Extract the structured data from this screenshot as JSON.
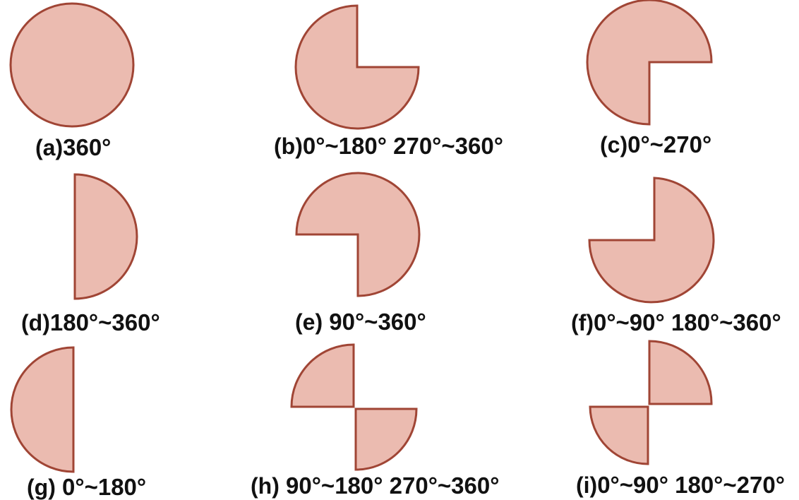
{
  "colors": {
    "fill": "#ebbbb0",
    "stroke": "#a04535"
  },
  "panels": [
    {
      "id": "a",
      "tag": "(a)",
      "angles": "360°",
      "angles2": ""
    },
    {
      "id": "b",
      "tag": "(b)",
      "angles": "0°~180°",
      "angles2": "270°~360°"
    },
    {
      "id": "c",
      "tag": "(c)",
      "angles": "0°~270°",
      "angles2": ""
    },
    {
      "id": "d",
      "tag": "(d)",
      "angles": "180°~360°",
      "angles2": ""
    },
    {
      "id": "e",
      "tag": "(e)",
      "angles": "90°~360°",
      "angles2": ""
    },
    {
      "id": "f",
      "tag": "(f)",
      "angles": "0°~90°",
      "angles2": "180°~360°"
    },
    {
      "id": "g",
      "tag": "(g)",
      "angles": "0°~180°",
      "angles2": ""
    },
    {
      "id": "h",
      "tag": "(h)",
      "angles": "90°~180°",
      "angles2": "270°~360°"
    },
    {
      "id": "i",
      "tag": "(i)",
      "angles": "0°~90°",
      "angles2": "180°~270°"
    }
  ]
}
